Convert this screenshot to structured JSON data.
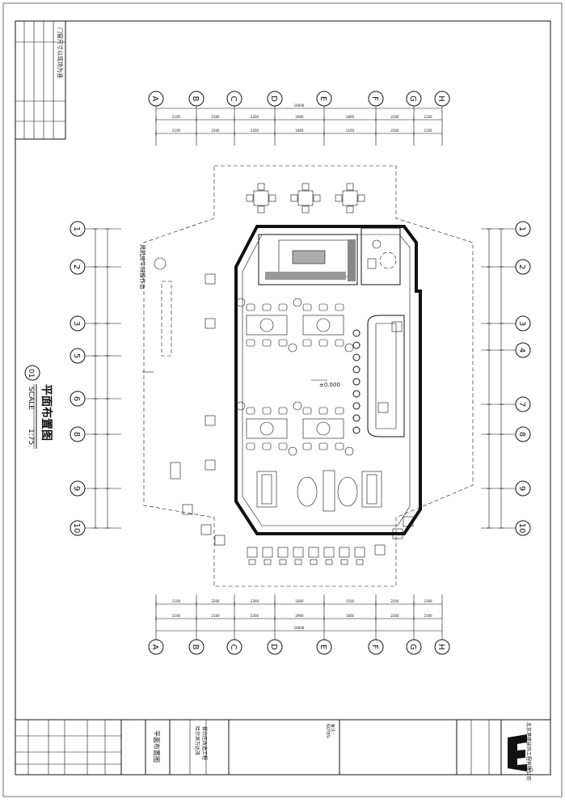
{
  "drawing": {
    "title_vertical": "平面布置图",
    "scale_label": "SCALE",
    "scale_value": "1:75",
    "sheet_no": "01",
    "total_dim": "16600",
    "note_vertical": "门窗尺寸以现场为准",
    "left_callout": "风机房牛排操作台",
    "center_level": "±0.000"
  },
  "grids": {
    "columns": [
      "A",
      "B",
      "C",
      "D",
      "E",
      "F",
      "G",
      "H"
    ],
    "rows_left": [
      "1",
      "2",
      "3",
      "5",
      "6",
      "8",
      "9",
      "10"
    ],
    "rows_right": [
      "1",
      "2",
      "3",
      "4",
      "7",
      "8",
      "9",
      "10"
    ]
  },
  "dims": {
    "top_row1": [
      "2100",
      "2100",
      "2200",
      "2900",
      "1800",
      "2200",
      "2100"
    ],
    "top_row2": [
      "2100",
      "2200",
      "2200",
      "1800",
      "1100",
      "2200",
      "2100"
    ],
    "bottom_row1": [
      "2100",
      "2200",
      "2200",
      "1800",
      "1100",
      "2200",
      "2100"
    ],
    "bottom_row2": [
      "2100",
      "2100",
      "2200",
      "2900",
      "1800",
      "2200",
      "2100"
    ]
  },
  "title_block": {
    "drawing_name": "平面布置图",
    "project_name": "哈尔滨万达茂",
    "project_sub": "餐饮区改造工程",
    "company": "北京港盛装饰工程有限公司",
    "notes_label": "备注：",
    "notes_label2": "NOTES："
  }
}
